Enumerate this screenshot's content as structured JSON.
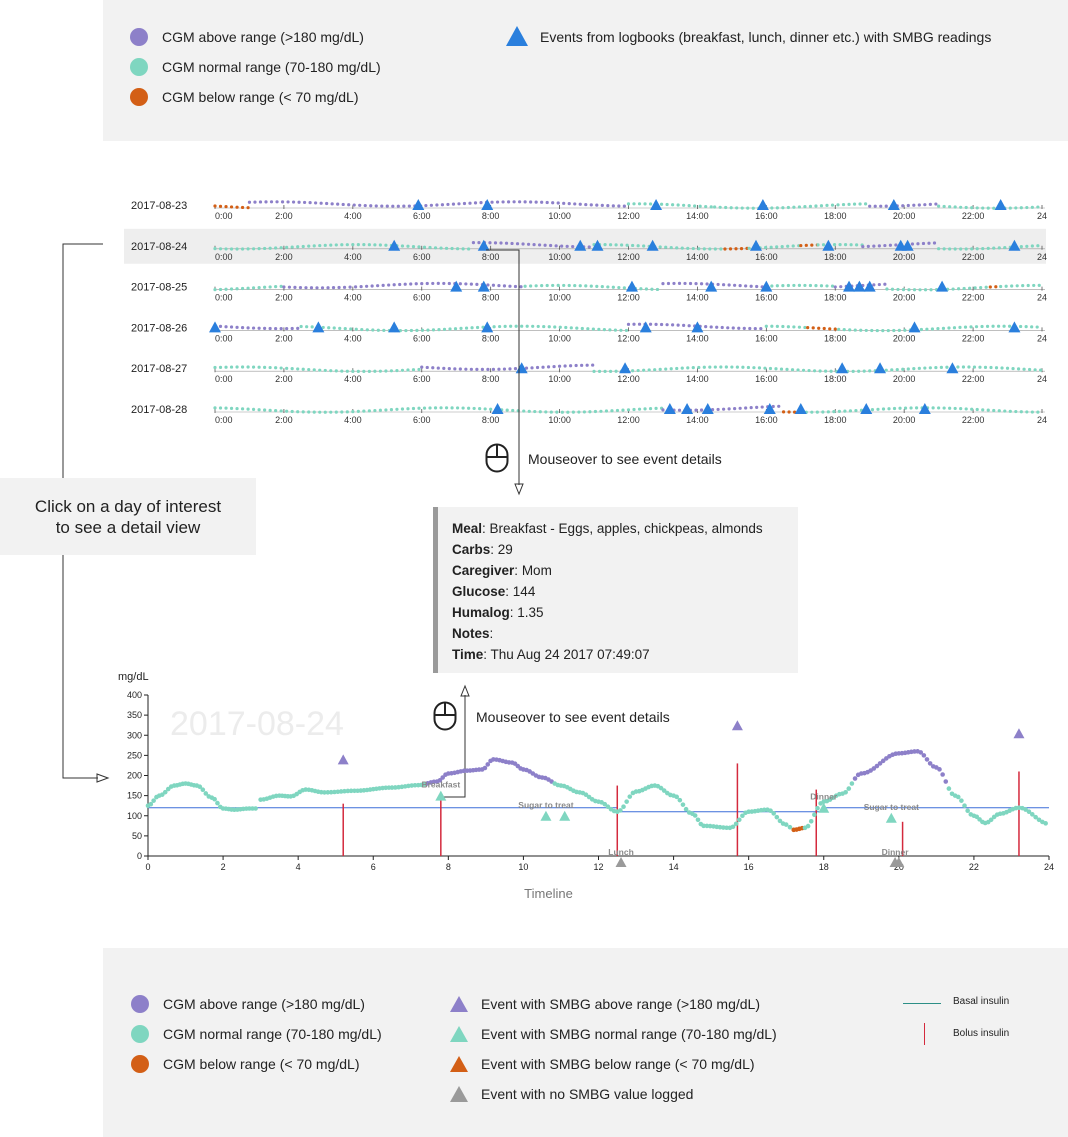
{
  "top_legend": {
    "cgm_above": "CGM above range  (>180 mg/dL)",
    "cgm_normal": "CGM normal range (70-180 mg/dL)",
    "cgm_below": "CGM below range (< 70 mg/dL)",
    "events": "Events from logbooks (breakfast, lunch, dinner etc.) with SMBG readings"
  },
  "colors": {
    "above": "#8d80c9",
    "normal": "#7fd6c0",
    "below": "#d35f16",
    "event": "#2a7fdd",
    "no_smbg": "#9a9a9a",
    "basal": "#3d6fd9",
    "basal_legend": "#2c8f86",
    "bolus": "#d42a3d",
    "selected_row": "#eeeeee"
  },
  "instruction": {
    "line1": "Click on a day of interest",
    "line2": "to see a detail view"
  },
  "hints": {
    "overview": "Mouseover to see event details",
    "detail": "Mouseover to see event details"
  },
  "tooltip": {
    "meal_label": "Meal",
    "meal": "Breakfast - Eggs, apples, chickpeas, almonds",
    "carbs_label": "Carbs",
    "carbs": "29",
    "caregiver_label": "Caregiver",
    "caregiver": "Mom",
    "glucose_label": "Glucose",
    "glucose": "144",
    "humalog_label": "Humalog",
    "humalog": "1.35",
    "notes_label": "Notes",
    "notes": "",
    "time_label": "Time",
    "time": "Thu Aug 24 2017 07:49:07"
  },
  "chart_data": [
    {
      "type": "scatter",
      "xlim": [
        0,
        24
      ],
      "x_tick_labels": [
        "0:00",
        "2:00",
        "4:00",
        "6:00",
        "8:00",
        "10:00",
        "12:00",
        "14:00",
        "16:00",
        "18:00",
        "20:00",
        "22:00",
        "24"
      ],
      "days": [
        {
          "date": "2017-08-23",
          "selected": false,
          "segments": [
            {
              "from": 0,
              "to": 1,
              "range": "below"
            },
            {
              "from": 1,
              "to": 12,
              "range": "above"
            },
            {
              "from": 12,
              "to": 14.5,
              "range": "normal"
            },
            {
              "from": 14.5,
              "to": 16,
              "range": "normal"
            },
            {
              "from": 16,
              "to": 19,
              "range": "normal"
            },
            {
              "from": 19,
              "to": 21,
              "range": "above"
            },
            {
              "from": 21,
              "to": 24,
              "range": "normal"
            }
          ],
          "events": [
            5.9,
            7.9,
            12.8,
            15.9,
            19.7,
            22.8
          ]
        },
        {
          "date": "2017-08-24",
          "selected": true,
          "segments": [
            {
              "from": 0,
              "to": 7.5,
              "range": "normal"
            },
            {
              "from": 7.5,
              "to": 11,
              "range": "above"
            },
            {
              "from": 11,
              "to": 14.8,
              "range": "normal"
            },
            {
              "from": 14.8,
              "to": 15.5,
              "range": "below"
            },
            {
              "from": 15.5,
              "to": 17,
              "range": "normal"
            },
            {
              "from": 17,
              "to": 17.5,
              "range": "below"
            },
            {
              "from": 17.5,
              "to": 18.8,
              "range": "normal"
            },
            {
              "from": 18.8,
              "to": 21,
              "range": "above"
            },
            {
              "from": 21,
              "to": 24,
              "range": "normal"
            }
          ],
          "events": [
            5.2,
            7.8,
            10.6,
            11.1,
            12.7,
            15.7,
            17.8,
            19.9,
            20.1,
            23.2
          ]
        },
        {
          "date": "2017-08-25",
          "selected": false,
          "segments": [
            {
              "from": 0,
              "to": 2,
              "range": "normal"
            },
            {
              "from": 2,
              "to": 9,
              "range": "above"
            },
            {
              "from": 9,
              "to": 13,
              "range": "normal"
            },
            {
              "from": 13,
              "to": 16,
              "range": "above"
            },
            {
              "from": 16,
              "to": 18,
              "range": "normal"
            },
            {
              "from": 18,
              "to": 19.5,
              "range": "above"
            },
            {
              "from": 19.5,
              "to": 22.5,
              "range": "normal"
            },
            {
              "from": 22.5,
              "to": 22.8,
              "range": "below"
            },
            {
              "from": 22.8,
              "to": 24,
              "range": "normal"
            }
          ],
          "events": [
            7.0,
            7.8,
            12.1,
            14.4,
            16.0,
            18.4,
            18.7,
            19.0,
            21.1
          ]
        },
        {
          "date": "2017-08-26",
          "selected": false,
          "segments": [
            {
              "from": 0,
              "to": 2.5,
              "range": "above"
            },
            {
              "from": 2.5,
              "to": 12,
              "range": "normal"
            },
            {
              "from": 12,
              "to": 16,
              "range": "above"
            },
            {
              "from": 16,
              "to": 17.2,
              "range": "normal"
            },
            {
              "from": 17.2,
              "to": 18.1,
              "range": "below"
            },
            {
              "from": 18.1,
              "to": 24,
              "range": "normal"
            }
          ],
          "events": [
            0.0,
            3.0,
            5.2,
            7.9,
            12.5,
            14.0,
            20.3,
            23.2
          ]
        },
        {
          "date": "2017-08-27",
          "selected": false,
          "segments": [
            {
              "from": 0,
              "to": 6,
              "range": "normal"
            },
            {
              "from": 6,
              "to": 11,
              "range": "above"
            },
            {
              "from": 11,
              "to": 24,
              "range": "normal"
            }
          ],
          "events": [
            8.9,
            11.9,
            18.2,
            19.3,
            21.4
          ]
        },
        {
          "date": "2017-08-28",
          "selected": false,
          "segments": [
            {
              "from": 0,
              "to": 13,
              "range": "normal"
            },
            {
              "from": 13,
              "to": 16.5,
              "range": "above"
            },
            {
              "from": 16.5,
              "to": 17,
              "range": "below"
            },
            {
              "from": 17,
              "to": 24,
              "range": "normal"
            }
          ],
          "events": [
            8.2,
            13.2,
            13.7,
            14.3,
            16.1,
            17.0,
            18.9,
            20.6
          ]
        }
      ]
    },
    {
      "type": "scatter",
      "title": "2017-08-24",
      "xlabel": "Timeline",
      "ylabel": "mg/dL",
      "xlim": [
        0,
        24
      ],
      "ylim": [
        0,
        400
      ],
      "x_ticks": [
        0,
        2,
        4,
        6,
        8,
        10,
        12,
        14,
        16,
        18,
        20,
        22,
        24
      ],
      "y_ticks": [
        0,
        50,
        100,
        150,
        200,
        250,
        300,
        350,
        400
      ],
      "cgm_keypoints": [
        [
          0,
          125
        ],
        [
          0.3,
          150
        ],
        [
          0.7,
          175
        ],
        [
          1.0,
          180
        ],
        [
          1.3,
          175
        ],
        [
          1.7,
          145
        ],
        [
          2.0,
          118
        ],
        [
          2.3,
          115
        ],
        [
          2.7,
          118
        ],
        [
          2.95,
          118
        ],
        [
          3.0,
          null
        ],
        [
          3.0,
          140
        ],
        [
          3.5,
          150
        ],
        [
          3.8,
          148
        ],
        [
          4.2,
          165
        ],
        [
          4.7,
          158
        ],
        [
          5.5,
          162
        ],
        [
          6.5,
          170
        ],
        [
          7.2,
          176
        ],
        [
          7.7,
          185
        ],
        [
          8.0,
          205
        ],
        [
          8.5,
          212
        ],
        [
          8.9,
          215
        ],
        [
          9.2,
          240
        ],
        [
          9.7,
          232
        ],
        [
          10.0,
          215
        ],
        [
          10.5,
          195
        ],
        [
          11.0,
          175
        ],
        [
          11.5,
          158
        ],
        [
          12.0,
          135
        ],
        [
          12.5,
          110
        ],
        [
          13.0,
          160
        ],
        [
          13.5,
          175
        ],
        [
          14.0,
          150
        ],
        [
          14.5,
          105
        ],
        [
          14.8,
          75
        ],
        [
          15.5,
          70
        ],
        [
          16.0,
          110
        ],
        [
          16.5,
          115
        ],
        [
          17.0,
          78
        ],
        [
          17.2,
          65
        ],
        [
          17.5,
          70
        ],
        [
          18.0,
          135
        ],
        [
          18.5,
          155
        ],
        [
          19.0,
          205
        ],
        [
          20.0,
          255
        ],
        [
          20.5,
          260
        ],
        [
          21.0,
          220
        ],
        [
          21.5,
          150
        ],
        [
          22.0,
          100
        ],
        [
          22.3,
          82
        ],
        [
          22.7,
          105
        ],
        [
          23.2,
          120
        ],
        [
          24.0,
          80
        ]
      ],
      "basal": [
        [
          0,
          120
        ],
        [
          12.5,
          120
        ],
        [
          12.5,
          110
        ],
        [
          18,
          110
        ],
        [
          18,
          120
        ],
        [
          24,
          120
        ]
      ],
      "bolus": [
        [
          5.2,
          130
        ],
        [
          7.8,
          150
        ],
        [
          12.5,
          175
        ],
        [
          15.7,
          230
        ],
        [
          17.8,
          165
        ],
        [
          20.1,
          85
        ],
        [
          23.2,
          210
        ]
      ],
      "events": [
        {
          "x": 5.2,
          "y": 240,
          "range": "above",
          "label": ""
        },
        {
          "x": 7.8,
          "y": 150,
          "range": "normal",
          "label": "Breakfast"
        },
        {
          "x": 10.6,
          "y": 100,
          "range": "normal",
          "label": "Sugar to treat"
        },
        {
          "x": 11.1,
          "y": 100,
          "range": "normal",
          "label": ""
        },
        {
          "x": 12.6,
          "y": null,
          "range": "none",
          "label": "Lunch"
        },
        {
          "x": 15.7,
          "y": 325,
          "range": "above",
          "label": ""
        },
        {
          "x": 18.0,
          "y": 120,
          "range": "normal",
          "label": "Dinner"
        },
        {
          "x": 19.8,
          "y": 95,
          "range": "normal",
          "label": "Sugar to treat"
        },
        {
          "x": 19.9,
          "y": null,
          "range": "none",
          "label": "Dinner"
        },
        {
          "x": 20.0,
          "y": null,
          "range": "none",
          "label": ""
        },
        {
          "x": 23.2,
          "y": 305,
          "range": "above",
          "label": ""
        }
      ]
    }
  ],
  "bottom_legend": {
    "cgm_above": "CGM above range (>180 mg/dL)",
    "cgm_normal": "CGM normal range (70-180 mg/dL)",
    "cgm_below": "CGM below range (< 70 mg/dL)",
    "evt_above": "Event with SMBG above range (>180 mg/dL)",
    "evt_normal": "Event with SMBG normal range (70-180 mg/dL)",
    "evt_below": "Event with SMBG below range (< 70 mg/dL)",
    "evt_none": "Event with no SMBG value logged",
    "basal": "Basal insulin",
    "bolus": "Bolus insulin"
  }
}
